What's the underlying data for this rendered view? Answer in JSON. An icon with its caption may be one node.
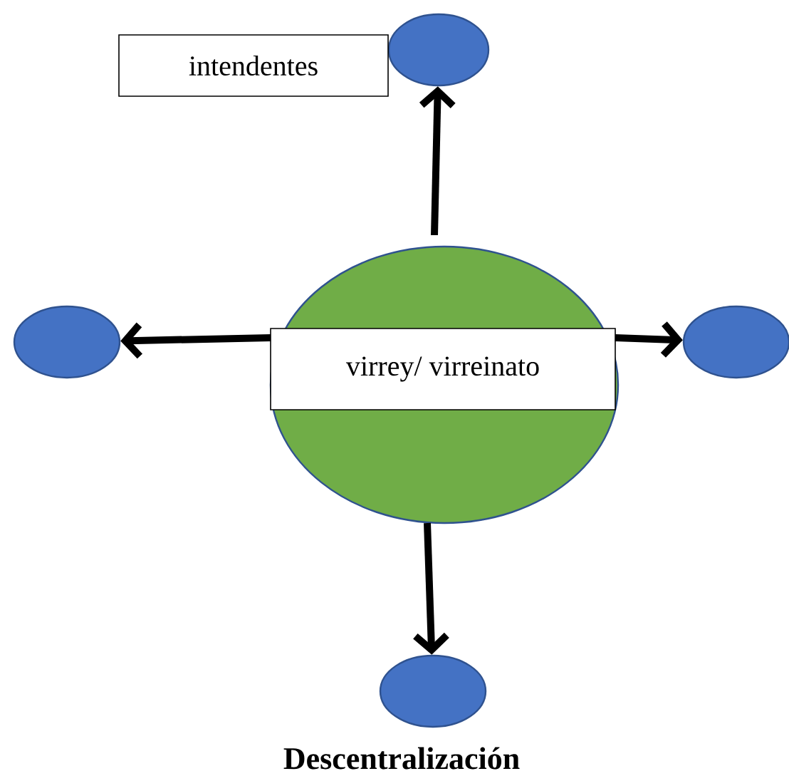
{
  "diagram": {
    "caption": "Descentralización",
    "nodes": [
      {
        "text": [
          "virrey/ virreinato"
        ]
      },
      {
        "text": [],
        "shape": "circle"
      },
      {
        "text": [
          "intendentes"
        ]
      },
      {
        "text": [],
        "shape": "circle"
      },
      {
        "text": [],
        "shape": "circle"
      },
      {
        "text": [],
        "shape": "circle"
      }
    ],
    "edges": [
      {
        "from": 0,
        "to": 1,
        "arrow": "to"
      },
      {
        "from": 0,
        "to": 3,
        "arrow": "to"
      },
      {
        "from": 0,
        "to": 4,
        "arrow": "to"
      },
      {
        "from": 0,
        "to": 5,
        "arrow": "to"
      }
    ]
  }
}
